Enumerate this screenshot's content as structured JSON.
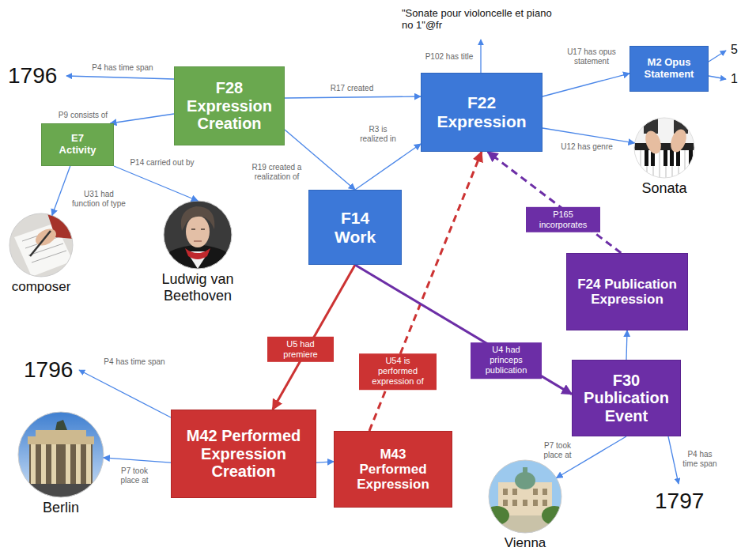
{
  "diagram": {
    "nodes": [
      {
        "text": [
          "F28 Expression Creation"
        ]
      },
      {
        "text": [
          "F22 Expression"
        ]
      },
      {
        "text": [
          "M2 Opus Statement"
        ]
      },
      {
        "text": [
          "E7 Activity"
        ]
      },
      {
        "text": [
          "Sonata"
        ]
      },
      {
        "text": [
          "F14 Work"
        ]
      },
      {
        "text": [
          "Ludwig van Beethoven"
        ]
      },
      {
        "text": [
          "composer"
        ]
      },
      {
        "text": [
          "F24 Publication Expression"
        ]
      },
      {
        "text": [
          "F30 Publication Event"
        ]
      },
      {
        "text": [
          "M42 Performed Expression Creation"
        ]
      },
      {
        "text": [
          "M43 Performed Expression"
        ]
      },
      {
        "text": [
          "Berlin"
        ]
      },
      {
        "text": [
          "Vienna"
        ]
      }
    ],
    "edges": [
      {
        "from": 0,
        "to": 3,
        "label": "P9 consists of",
        "arrow": "to"
      },
      {
        "from": 3,
        "to": 7,
        "label": "U31 had function of type",
        "arrow": "to"
      },
      {
        "from": 3,
        "to": 6,
        "label": "P14 carried out by",
        "arrow": "to"
      },
      {
        "from": 0,
        "to": 1,
        "label": "R17 created",
        "arrow": "to"
      },
      {
        "from": 0,
        "to": 5,
        "label": "R19 created a realization of",
        "arrow": "to"
      },
      {
        "from": 5,
        "to": 1,
        "label": "R3 is realized in",
        "arrow": "to"
      },
      {
        "from": 1,
        "to": 2,
        "label": "U17 has opus statement",
        "arrow": "to"
      },
      {
        "from": 1,
        "to": 4,
        "label": "U12 has genre",
        "arrow": "to"
      },
      {
        "from": 8,
        "to": 1,
        "label": "P165 incorporates",
        "arrow": "to"
      },
      {
        "from": 5,
        "to": 10,
        "label": "U5 had premiere",
        "arrow": "to"
      },
      {
        "from": 11,
        "to": 1,
        "label": "U54 is performed expression of",
        "arrow": "to"
      },
      {
        "from": 5,
        "to": 9,
        "label": "U4 had princeps publication",
        "arrow": "to"
      },
      {
        "from": 9,
        "to": 8,
        "arrow": "to"
      },
      {
        "from": 10,
        "to": 11,
        "arrow": "to"
      },
      {
        "from": 10,
        "to": 12,
        "label": "P7 took place at",
        "arrow": "to"
      },
      {
        "from": 9,
        "to": 13,
        "label": "P7 took place at",
        "arrow": "to"
      }
    ],
    "labels": [
      "\"Sonate pour violoncelle et piano no 1\"@fr",
      "P102 has title",
      "1796",
      "P4 has time span",
      "5",
      "1",
      "P4 has time span",
      "1796",
      "P4 has time span",
      "1797"
    ]
  }
}
